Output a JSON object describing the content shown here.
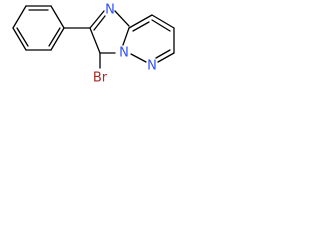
{
  "molecule": {
    "atoms": {
      "bromine": "Br",
      "nitrogen_imine": "N",
      "nitrogen_bridgehead": "N",
      "nitrogen_pyridazine": "N"
    },
    "colors": {
      "bond": "#000000",
      "bromine": "#a52a2a",
      "nitrogen": "#3050f8"
    }
  }
}
